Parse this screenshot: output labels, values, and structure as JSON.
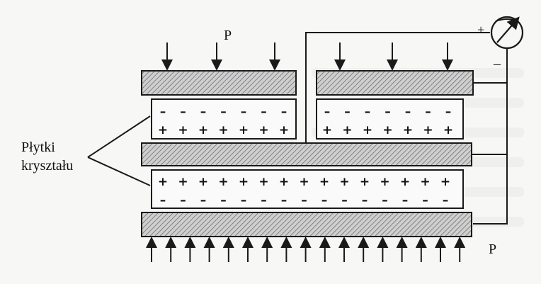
{
  "labels": {
    "force_top": "P",
    "force_bottom": "P",
    "crystal_plates_line1": "Płytki",
    "crystal_plates_line2": "kryształu",
    "meter_plus": "+",
    "meter_minus": "–"
  },
  "charges": {
    "negative": "–",
    "positive": "+"
  },
  "icons": {
    "meter": "galvanometer-icon",
    "force_arrow": "arrow-down-icon"
  },
  "colors": {
    "line": "#1a1a1a",
    "hatch": "#8a8a8a",
    "background": "#f7f7f5"
  }
}
